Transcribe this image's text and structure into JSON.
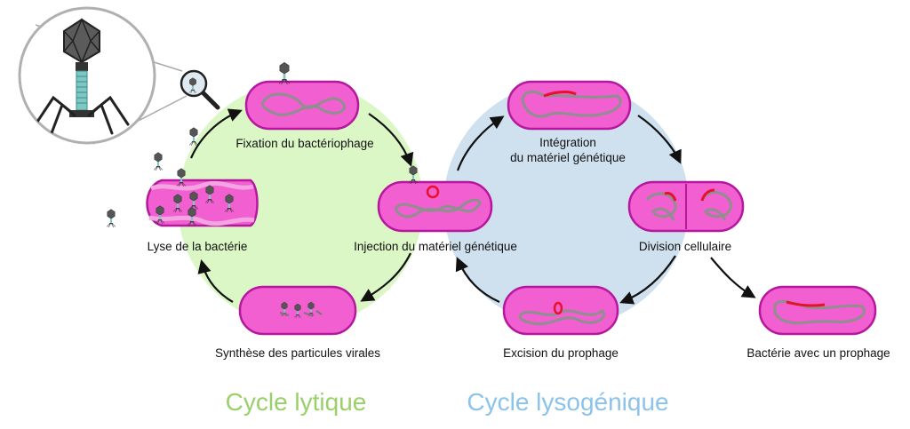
{
  "colors": {
    "lytic_bg": "#dbf7c6",
    "lysogenic_bg": "#cfe0ee",
    "cell_fill": "#f25fd0",
    "cell_stroke": "#b5179e",
    "dna": "#8f8f8f",
    "prophage": "#e8102a",
    "lytic_title": "#9ad06a",
    "lysogenic_title": "#8cc3ea",
    "arrow": "#111111"
  },
  "labels": {
    "fixation": "Fixation du bactériophage",
    "injection": "Injection du matériel génétique",
    "synthese": "Synthèse des particules virales",
    "lyse": "Lyse de la bactérie",
    "integration_1": "Intégration",
    "integration_2": "du matériel génétique",
    "division": "Division cellulaire",
    "excision": "Excision du prophage",
    "bacterie_prophage": "Bactérie avec un prophage"
  },
  "titles": {
    "lytic": "Cycle lytique",
    "lysogenic": "Cycle lysogénique"
  },
  "icons": [
    "bacteriophage-icon",
    "magnifier-icon"
  ]
}
